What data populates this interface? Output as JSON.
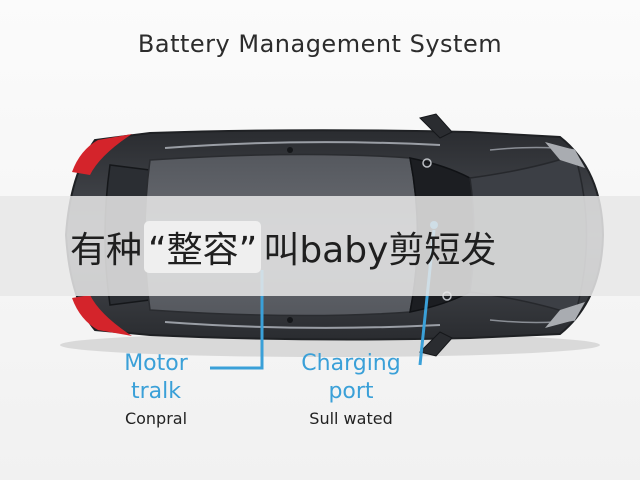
{
  "title": "Battery Management System",
  "banner": {
    "prefix": "有种",
    "highlight": "“整容”",
    "suffix": "叫baby剪短发"
  },
  "labels": {
    "motor": {
      "line1": "Motor",
      "line2": "tralk",
      "sub": "Conpral"
    },
    "charging": {
      "line1": "Charging",
      "line2": "port",
      "sub": "Sull wated"
    }
  },
  "colors": {
    "accent": "#3aa0d8",
    "car_body": "#3a3d42",
    "tail_light": "#d4242b"
  }
}
